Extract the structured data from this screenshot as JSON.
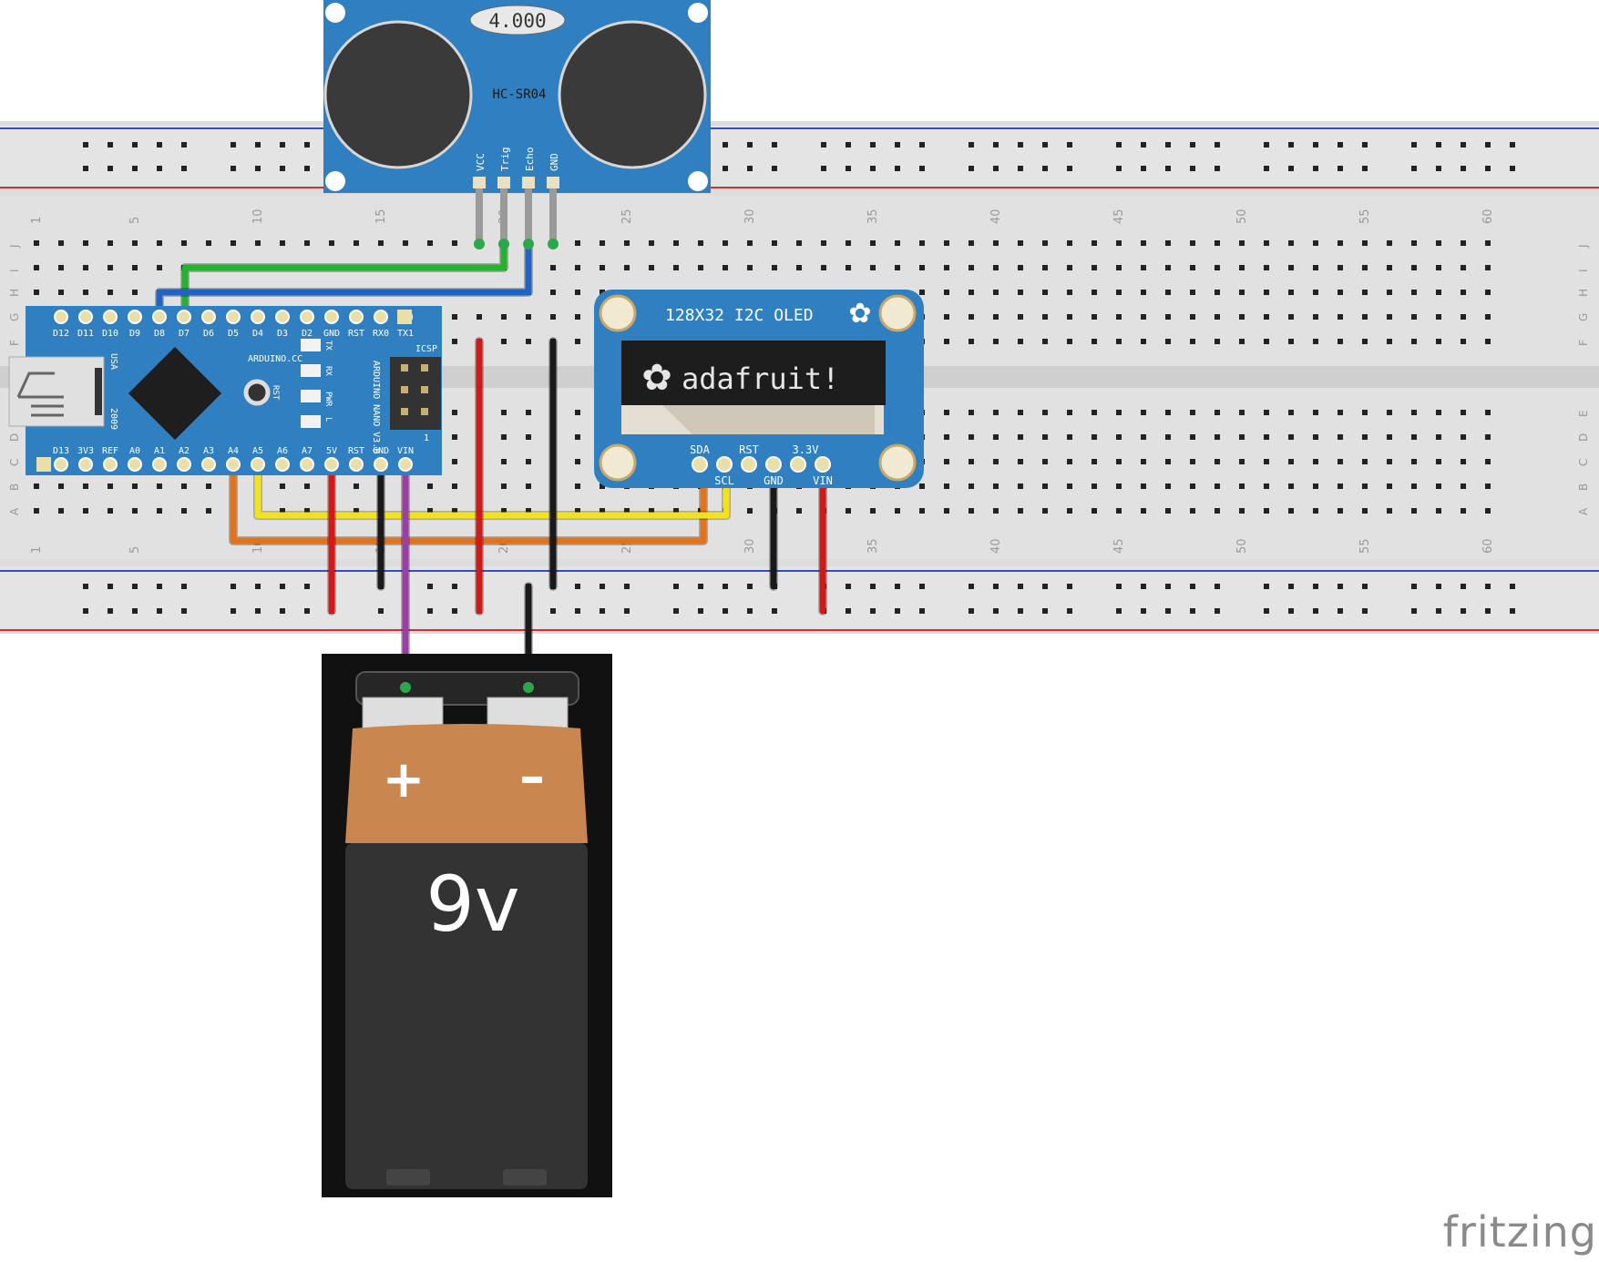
{
  "breadboard": {
    "column_numbers": [
      "1",
      "5",
      "10",
      "15",
      "20",
      "25",
      "30",
      "35",
      "40",
      "45",
      "50",
      "55",
      "60"
    ],
    "top_row_letters": [
      "J",
      "I",
      "H",
      "G",
      "F"
    ],
    "bottom_row_letters": [
      "E",
      "D",
      "C",
      "B",
      "A"
    ]
  },
  "hc_sr04": {
    "crystal": "4.000",
    "name": "HC-SR04",
    "pins": [
      "VCC",
      "Trig",
      "Echo",
      "GND"
    ]
  },
  "arduino": {
    "top_pins": [
      "D12",
      "D11",
      "D10",
      "D9",
      "D8",
      "D7",
      "D6",
      "D5",
      "D4",
      "D3",
      "D2",
      "GND",
      "RST",
      "RX0",
      "TX1"
    ],
    "bottom_pins": [
      "D13",
      "3V3",
      "REF",
      "A0",
      "A1",
      "A2",
      "A3",
      "A4",
      "A5",
      "A6",
      "A7",
      "5V",
      "RST",
      "GND",
      "VIN"
    ],
    "brand": "ARDUINO.CC",
    "model": "ARDUINO NANO V3.0",
    "icsp": "ICSP",
    "led_labels": [
      "TX",
      "RX",
      "PWR",
      "L"
    ],
    "rst_label": "RST",
    "usa": "USA",
    "year": "2009",
    "icsp_pin1": "1"
  },
  "oled": {
    "title": "128X32 I2C OLED",
    "screen_text": "adafruit!",
    "pins_top": [
      "SDA",
      "RST",
      "3.3V"
    ],
    "pins_bottom": [
      "SCL",
      "GND",
      "VIN"
    ]
  },
  "battery": {
    "plus": "+",
    "minus": "–",
    "voltage": "9v"
  },
  "footer": {
    "logo": "fritzing"
  },
  "colors": {
    "board_blue": "#2f7fc1",
    "wire_green": "#27b130",
    "wire_blue": "#1f64c4",
    "wire_red": "#d01a1a",
    "wire_black": "#1a1a1a",
    "wire_yellow": "#f2e21b",
    "wire_orange": "#e0731c",
    "wire_purple": "#9b3fa6",
    "battery_copper": "#c9864f"
  }
}
